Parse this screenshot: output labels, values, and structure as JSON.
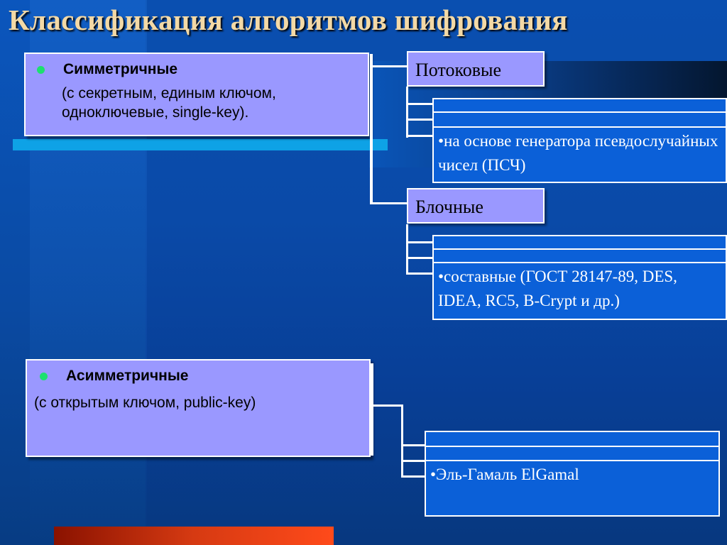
{
  "title": "Классификация алгоритмов шифрования",
  "symmetric": {
    "heading": "Симметричные",
    "description": "(с секретным, единым ключом, одноключевые, single-key)."
  },
  "asymmetric": {
    "heading": "Асимметричные",
    "description": "(с открытым ключом, public-key)"
  },
  "stream": {
    "label": "Потоковые",
    "item": "•на основе генератора псевдослучайных чисел (ПСЧ)"
  },
  "block": {
    "label": "Блочные",
    "item": "•составные (ГОСТ 28147-89, DES, IDEA, RC5, B-Crypt и др.)"
  },
  "public_key": {
    "item": "•Эль-Гамаль ElGamal"
  },
  "colors": {
    "background": "#0a4aa8",
    "panel": "#9a98ff",
    "box": "#0b60d8",
    "title": "#f3d9a6",
    "bullet": "#1de06f"
  }
}
